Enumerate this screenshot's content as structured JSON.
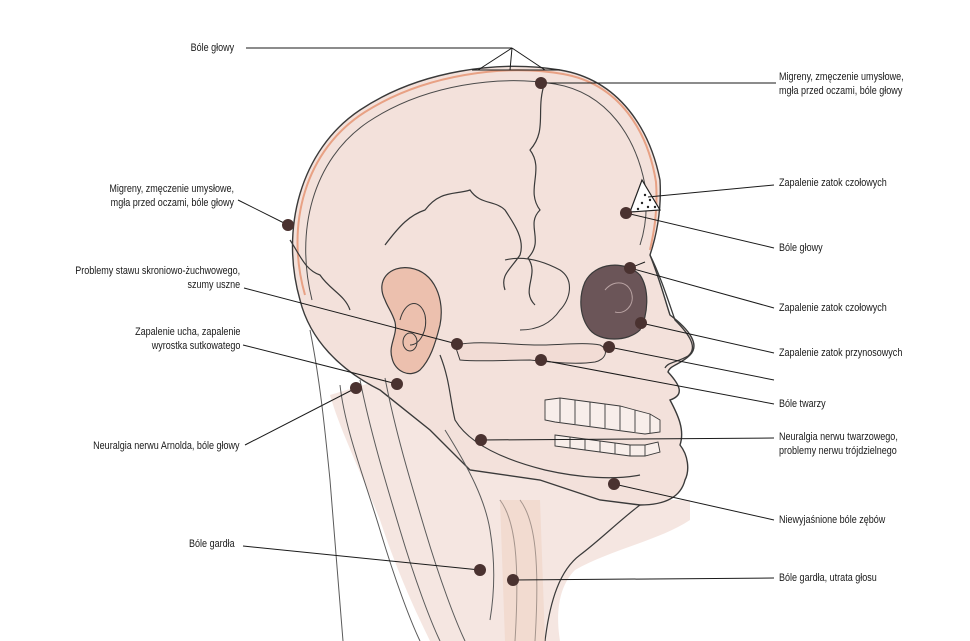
{
  "labels": {
    "headache_top": "Bóle głowy",
    "migraine_right_1": "Migreny, zmęczenie umysłowe,",
    "migraine_right_2": "mgła przed oczami, bóle głowy",
    "migraine_left_1": "Migreny, zmęczenie umysłowe,",
    "migraine_left_2": "mgła przed oczami, bóle głowy",
    "frontal_sinus_1": "Zapalenie zatok czołowych",
    "headache_right": "Bóle głowy",
    "tmj_1": "Problemy stawu skroniowo-żuchwowego,",
    "tmj_2": "szumy uszne",
    "frontal_sinus_2": "Zapalenie zatok czołowych",
    "ear_1": "Zapalenie ucha, zapalenie",
    "ear_2": "wyrostka sutkowatego",
    "maxillary_sinus": "Zapalenie zatok przynosowych",
    "face_pain": "Bóle twarzy",
    "arnold_neuralgia": "Neuralgia nerwu Arnolda, bóle głowy",
    "facial_nerve_1": "Neuralgia nerwu twarzowego,",
    "facial_nerve_2": "problemy nerwu trójdzielnego",
    "tooth_pain": "Niewyjaśnione bóle zębów",
    "throat_pain": "Bóle gardła",
    "throat_voice_loss": "Bóle gardła, utrata głosu"
  },
  "colors": {
    "skin": "#f4e2dc",
    "skin_shade": "#ecc6b6",
    "orange_accent": "#e8a184",
    "outline": "#3a3a3a",
    "point": "#4a3230",
    "eye_socket": "#6b5558",
    "leader_line": "#1a1a1a"
  }
}
